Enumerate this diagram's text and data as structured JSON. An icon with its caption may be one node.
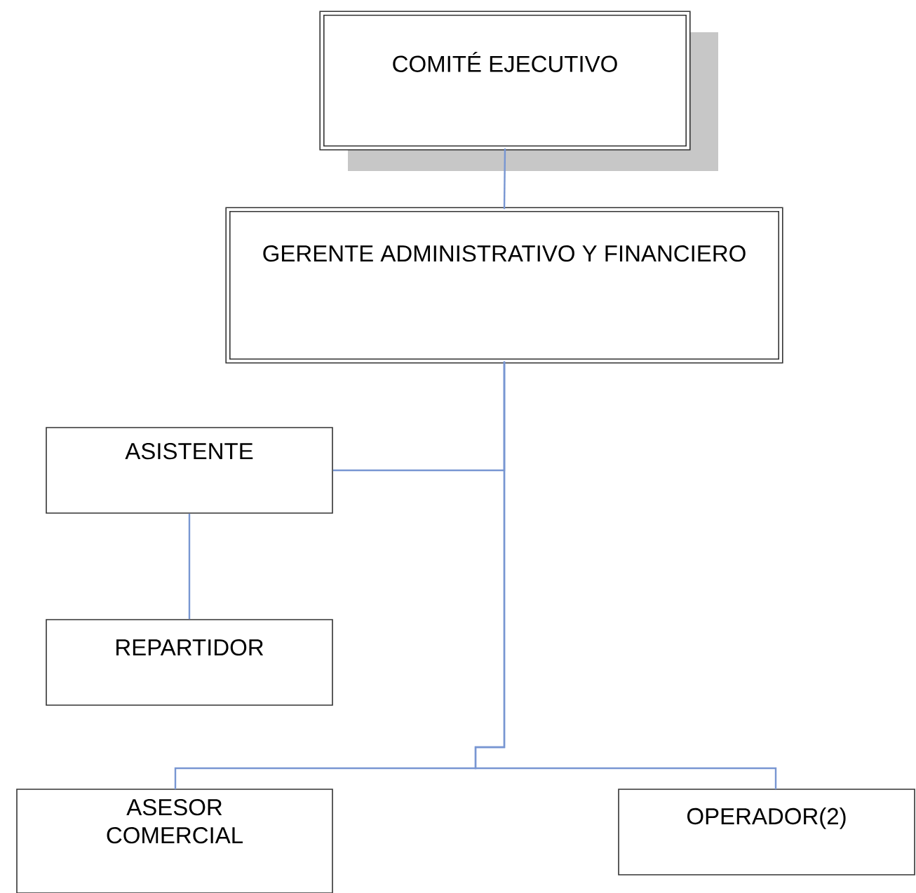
{
  "diagram": {
    "nodes": [
      {
        "text": [
          "COMITÉ EJECUTIVO"
        ]
      },
      {
        "text": [
          "GERENTE ADMINISTRATIVO Y FINANCIERO"
        ]
      },
      {
        "text": [
          "ASISTENTE"
        ]
      },
      {
        "text": [
          "REPARTIDOR"
        ]
      },
      {
        "text": [
          "ASESOR COMERCIAL"
        ]
      },
      {
        "text": [
          "OPERADOR(2)"
        ]
      }
    ],
    "edges": [
      {
        "from": 0,
        "to": 1,
        "arrow": "none"
      },
      {
        "from": 1,
        "to": 2,
        "arrow": "none"
      },
      {
        "from": 2,
        "to": 3,
        "arrow": "none"
      },
      {
        "from": 1,
        "to": 4,
        "arrow": "none"
      },
      {
        "from": 1,
        "to": 5,
        "arrow": "none"
      }
    ]
  }
}
